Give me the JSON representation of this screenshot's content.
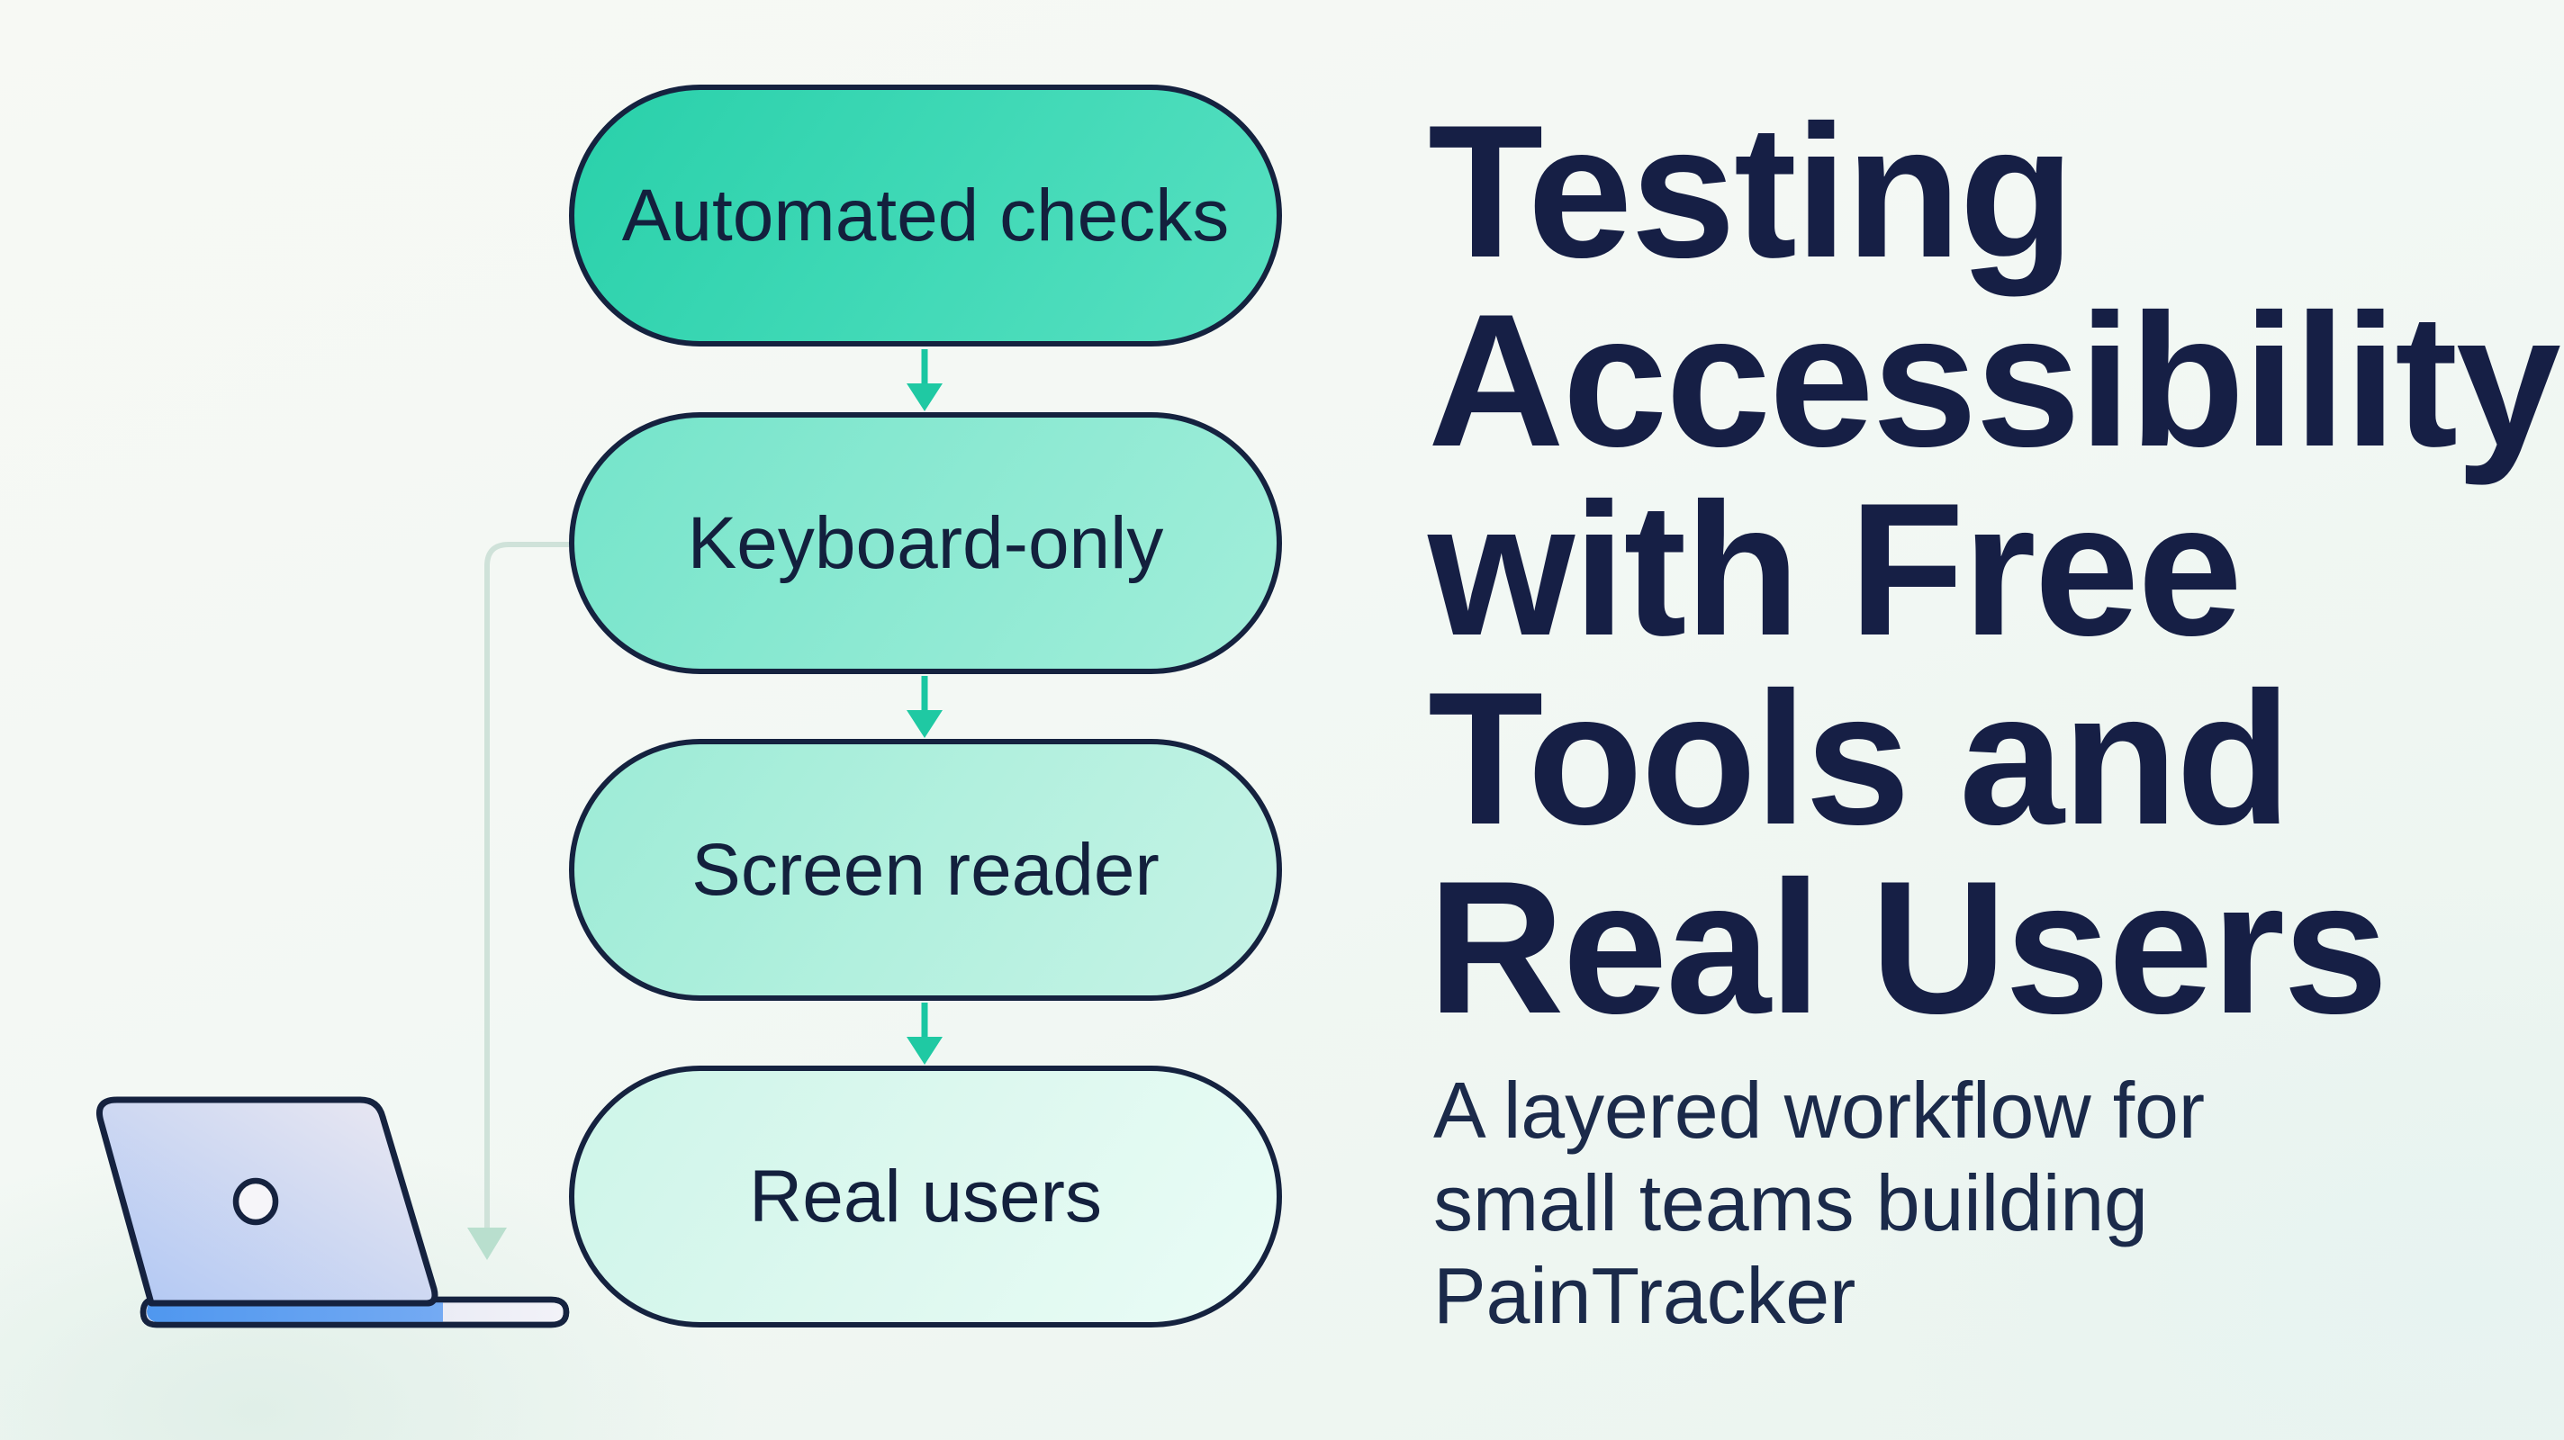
{
  "page": {
    "kind": "illustrated-cover-graphic",
    "background_top": "#f7f9f4",
    "background_bottom": "#eaf4ef"
  },
  "headline": {
    "text": "Testing Accessibility with Free Tools and Real Users",
    "lines": [
      "Testing",
      "Accessibility",
      "with Free",
      "Tools and",
      "Real Users"
    ],
    "color": "#161f45"
  },
  "subtitle": {
    "text": "A layered workflow for small teams building PainTracker",
    "lines": [
      "A layered workflow for",
      "small teams building",
      "PainTracker"
    ],
    "color": "#1b2a4a"
  },
  "flowchart": {
    "direction": "top-to-bottom",
    "nodes": [
      {
        "id": "automated-checks",
        "label": "Automated checks",
        "fill_start": "#29d0aa",
        "fill_end": "#58e0c1"
      },
      {
        "id": "keyboard-only",
        "label": "Keyboard-only",
        "fill_start": "#74e4ca",
        "fill_end": "#a2eeda"
      },
      {
        "id": "screen-reader",
        "label": "Screen reader",
        "fill_start": "#9cebd6",
        "fill_end": "#c6f3e6"
      },
      {
        "id": "real-users",
        "label": "Real users",
        "fill_start": "#cdf5e9",
        "fill_end": "#eafcf6"
      }
    ],
    "edges": [
      {
        "from": "automated-checks",
        "to": "keyboard-only",
        "style": "teal-arrow"
      },
      {
        "from": "keyboard-only",
        "to": "screen-reader",
        "style": "teal-arrow"
      },
      {
        "from": "screen-reader",
        "to": "real-users",
        "style": "teal-arrow"
      },
      {
        "from": "keyboard-only",
        "to": "laptop",
        "style": "faint-elbow-arrow"
      }
    ],
    "node_border_color": "#15223f",
    "node_text_color": "#13203d",
    "arrow_color": "#19c6a2",
    "connector_color": "#cfe2d9",
    "connector_arrowhead_color": "#b9dfce"
  },
  "illustration": {
    "name": "laptop",
    "outline_color": "#15223f",
    "lid_gradient": [
      "#b0c7f3",
      "#ece9f2"
    ],
    "logo_dot_color": "#f6f5f9",
    "keyboard_bar_color": "#579bf0",
    "base_gradient": [
      "#d9deee",
      "#f2f2f8"
    ]
  }
}
